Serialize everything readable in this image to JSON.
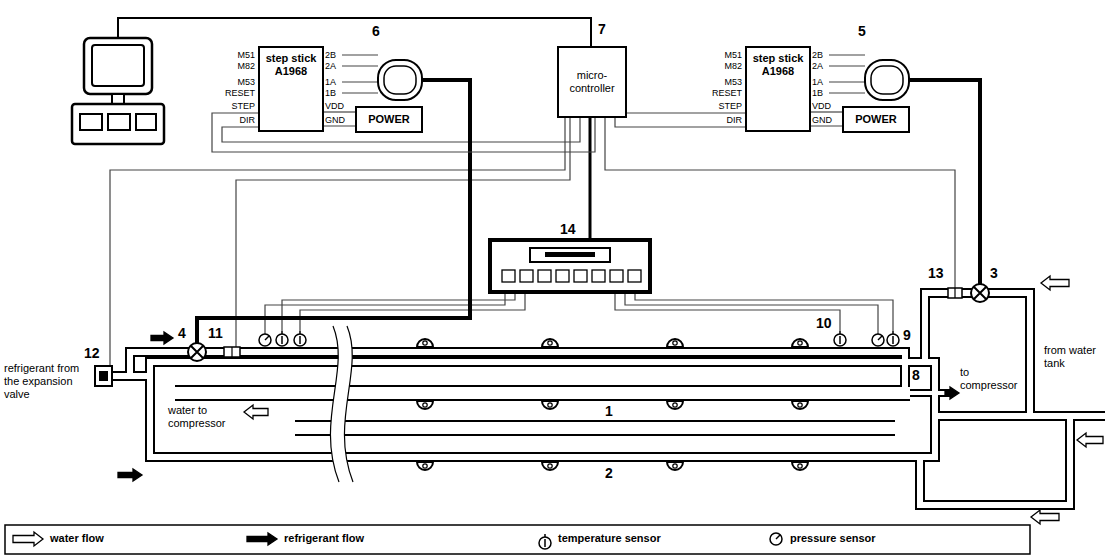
{
  "diagram": {
    "nodes": [
      {
        "text": [
          "step stick A1968"
        ]
      },
      {
        "text": [
          "POWER"
        ]
      },
      {
        "text": [
          "micro-controller"
        ]
      },
      {
        "text": [
          "step stick A1968"
        ]
      },
      {
        "text": [
          "POWER"
        ]
      }
    ],
    "edges": [
      {
        "from": 0,
        "to": 1,
        "arrow": "none"
      },
      {
        "from": 2,
        "to": 0,
        "arrow": "none"
      },
      {
        "from": 2,
        "to": 3,
        "arrow": "none"
      },
      {
        "from": 3,
        "to": 4,
        "arrow": "none"
      }
    ],
    "labels": [
      "6",
      "M51",
      "M82",
      "M53",
      "RESET",
      "STEP",
      "DIR",
      "2B",
      "2A",
      "1A",
      "1B",
      "VDD",
      "GND",
      "7",
      "5",
      "M51",
      "M82",
      "M53",
      "RESET",
      "STEP",
      "DIR",
      "2B",
      "2A",
      "1A",
      "1B",
      "VDD",
      "GND",
      "14",
      "1",
      "2",
      "3",
      "4",
      "8",
      "9",
      "10",
      "11",
      "12",
      "13",
      "refrigerant from the expansion valve",
      "water to compressor",
      "to compressor",
      "from water tank"
    ],
    "legend": [
      {
        "text": "water flow"
      },
      {
        "text": "refrigerant flow"
      },
      {
        "text": "temperature sensor"
      },
      {
        "text": "pressure sensor"
      }
    ]
  }
}
